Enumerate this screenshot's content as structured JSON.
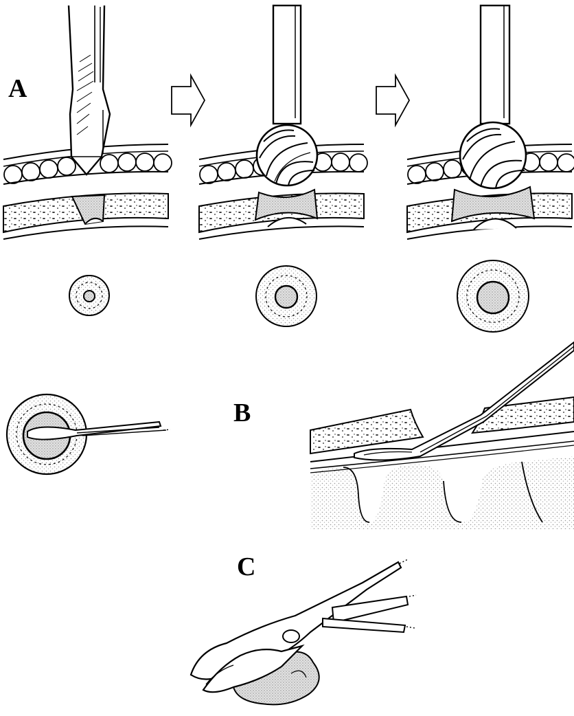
{
  "figure": {
    "labels": {
      "a": "A",
      "b": "B",
      "c": "C"
    },
    "colors": {
      "ink": "#000000",
      "paper": "#ffffff",
      "stipple": "#d9d9d9",
      "bone_dot": "#1a1a1a"
    },
    "icons": {
      "step_arrow": "hollow-right-arrow-icon",
      "chisel": "osteotome-icon",
      "burr": "round-burr-icon",
      "dissector": "dural-dissector-icon",
      "rongeur": "kerrison-rongeur-icon"
    },
    "drill_steps": [
      "starter-hole",
      "burr-widening",
      "burr-enlarged"
    ]
  }
}
